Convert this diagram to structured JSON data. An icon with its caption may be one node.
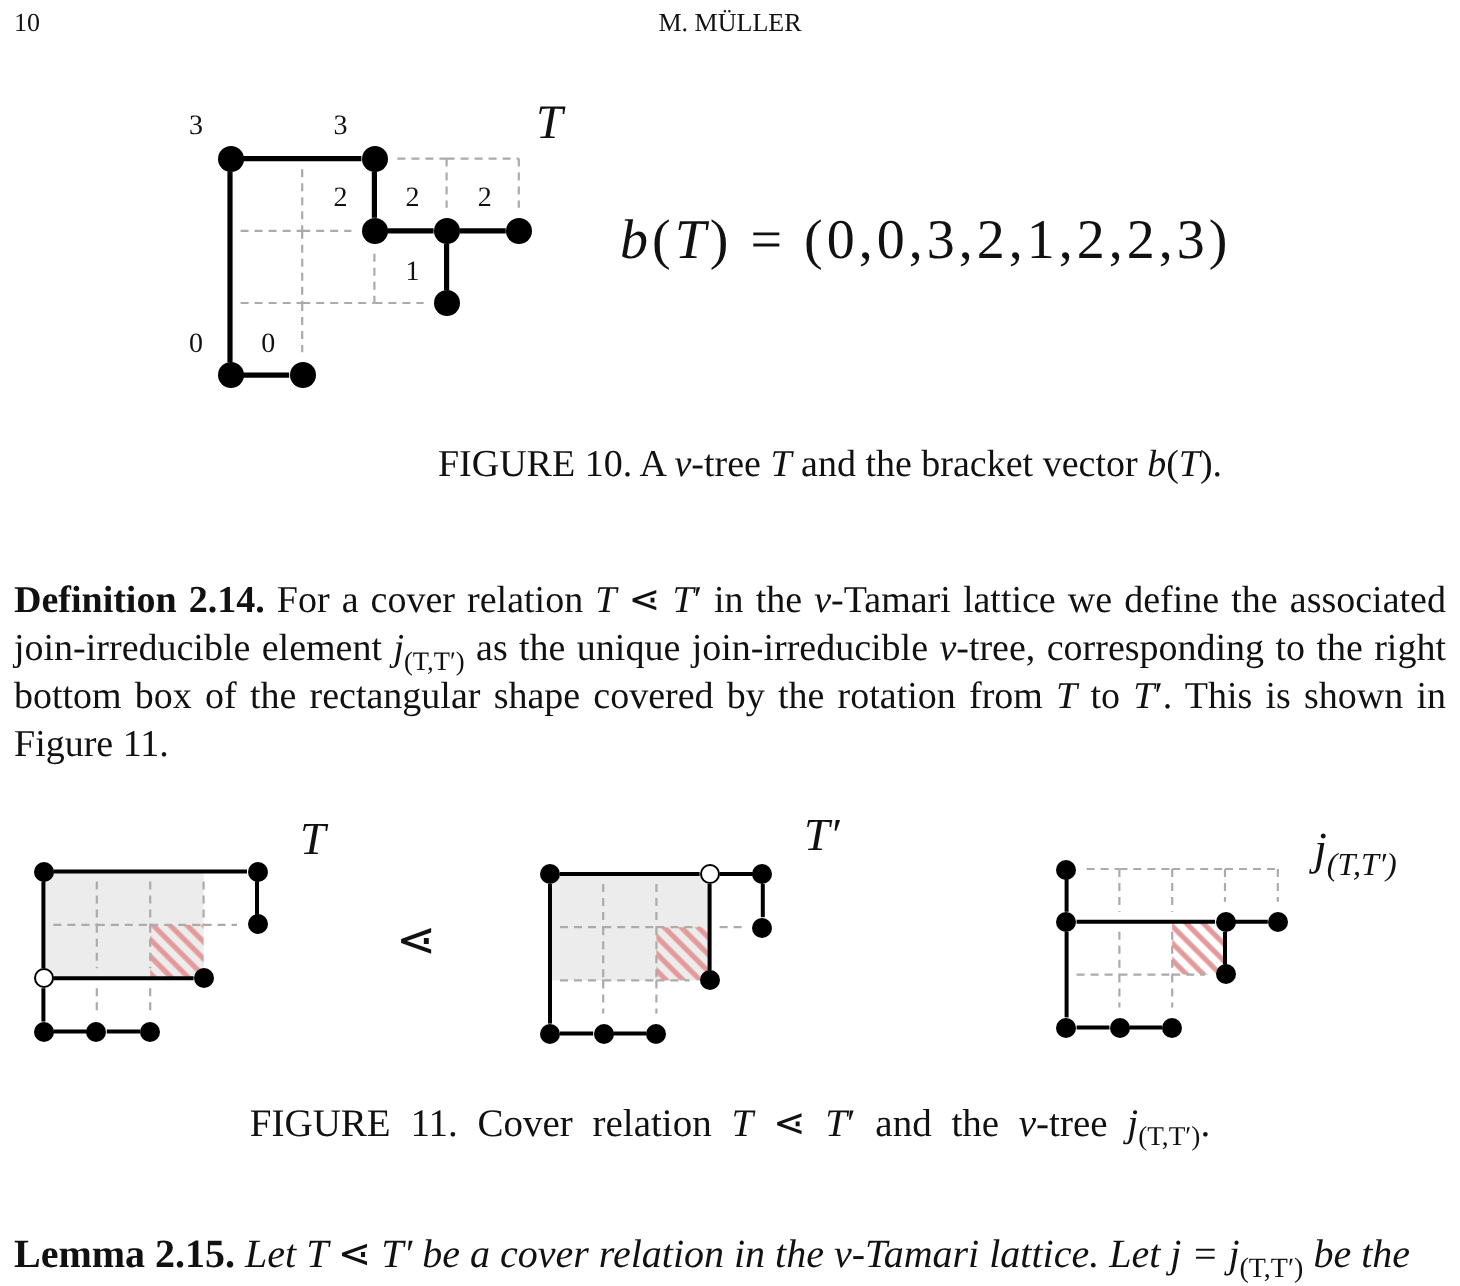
{
  "diagram": {
    "nodes": [
      {
        "text": [],
        "shape": "circle",
        "beside": [
          "3"
        ]
      },
      {
        "text": [],
        "shape": "circle",
        "beside": [
          "3"
        ]
      },
      {
        "text": [],
        "shape": "circle",
        "beside": [
          "2"
        ]
      },
      {
        "text": [],
        "shape": "circle",
        "beside": [
          "2"
        ]
      },
      {
        "text": [],
        "shape": "circle",
        "beside": [
          "2"
        ]
      },
      {
        "text": [],
        "shape": "circle",
        "beside": [
          "1"
        ]
      },
      {
        "text": [],
        "shape": "circle",
        "beside": [
          "0"
        ]
      },
      {
        "text": [],
        "shape": "circle",
        "beside": [
          "0"
        ]
      },
      {
        "text": [],
        "shape": "circle"
      },
      {
        "text": [],
        "shape": "circle"
      },
      {
        "text": [],
        "shape": "circle"
      },
      {
        "text": [],
        "shape": "circle"
      },
      {
        "text": [],
        "shape": "circle"
      },
      {
        "text": [],
        "shape": "circle"
      },
      {
        "text": [],
        "shape": "circle"
      },
      {
        "text": [],
        "shape": "circle"
      },
      {
        "text": [],
        "shape": "circle"
      },
      {
        "text": [],
        "shape": "circle"
      },
      {
        "text": [],
        "shape": "circle"
      },
      {
        "text": [],
        "shape": "circle"
      },
      {
        "text": [],
        "shape": "circle"
      },
      {
        "text": [],
        "shape": "circle"
      },
      {
        "text": [],
        "shape": "circle"
      },
      {
        "text": [],
        "shape": "circle"
      },
      {
        "text": [],
        "shape": "circle"
      },
      {
        "text": [],
        "shape": "circle"
      },
      {
        "text": [],
        "shape": "circle"
      },
      {
        "text": [],
        "shape": "circle"
      },
      {
        "text": [],
        "shape": "circle"
      },
      {
        "text": [],
        "shape": "circle"
      },
      {
        "text": [],
        "shape": "circle"
      },
      {
        "text": [],
        "shape": "circle"
      }
    ],
    "edges": [
      {
        "from": 0,
        "to": 1,
        "arrow": "none"
      },
      {
        "from": 0,
        "to": 6,
        "arrow": "none"
      },
      {
        "from": 1,
        "to": 2,
        "arrow": "none"
      },
      {
        "from": 2,
        "to": 3,
        "arrow": "none"
      },
      {
        "from": 3,
        "to": 4,
        "arrow": "none"
      },
      {
        "from": 3,
        "to": 5,
        "arrow": "none"
      },
      {
        "from": 6,
        "to": 7,
        "arrow": "none"
      },
      {
        "from": 8,
        "to": 9,
        "arrow": "none"
      },
      {
        "from": 8,
        "to": 11,
        "arrow": "none"
      },
      {
        "from": 9,
        "to": 10,
        "arrow": "none"
      },
      {
        "from": 11,
        "to": 12,
        "arrow": "none"
      },
      {
        "from": 11,
        "to": 13,
        "arrow": "none"
      },
      {
        "from": 13,
        "to": 14,
        "arrow": "none"
      },
      {
        "from": 14,
        "to": 15,
        "arrow": "none"
      },
      {
        "from": 16,
        "to": 17,
        "arrow": "none"
      },
      {
        "from": 16,
        "to": 21,
        "arrow": "none"
      },
      {
        "from": 17,
        "to": 18,
        "arrow": "none"
      },
      {
        "from": 17,
        "to": 20,
        "arrow": "none"
      },
      {
        "from": 18,
        "to": 19,
        "arrow": "none"
      },
      {
        "from": 21,
        "to": 22,
        "arrow": "none"
      },
      {
        "from": 22,
        "to": 23,
        "arrow": "none"
      },
      {
        "from": 24,
        "to": 25,
        "arrow": "none"
      },
      {
        "from": 25,
        "to": 26,
        "arrow": "none"
      },
      {
        "from": 25,
        "to": 29,
        "arrow": "none"
      },
      {
        "from": 26,
        "to": 27,
        "arrow": "none"
      },
      {
        "from": 26,
        "to": 28,
        "arrow": "none"
      },
      {
        "from": 29,
        "to": 30,
        "arrow": "none"
      },
      {
        "from": 30,
        "to": 31,
        "arrow": "none"
      }
    ],
    "labels": [
      "10",
      "M. MÜLLER",
      "T",
      "*b*(*T*) = (0,0,3,2,1,2,2,3)",
      "FIGURE 10. A *ν*-tree *T* and the bracket vector *b*(*T*).",
      "**Definition 2.14.** For a cover relation *T* ⋖ *T*′ in the *ν*-Tamari lattice we define the associated join-irreducible element *j*$_{(T,T′)}$ as the unique join-irreducible *ν*-tree, corresponding to the right bottom box of the rectangular shape covered by the rotation from *T* to *T*′. This is shown in Figure 11.",
      "T",
      "⋖",
      "T′",
      "j$_{(T,T′)}$",
      "FIGURE 11. Cover relation *T* ⋖ *T*′ and the *ν*-tree *j*$_{(T,T′)}$.",
      "**Lemma 2.15.** *Let T ⋖ T′ be a cover relation in the ν-Tamari lattice. Let j = j*$_{(T,T′)}$ *be the*"
    ]
  }
}
